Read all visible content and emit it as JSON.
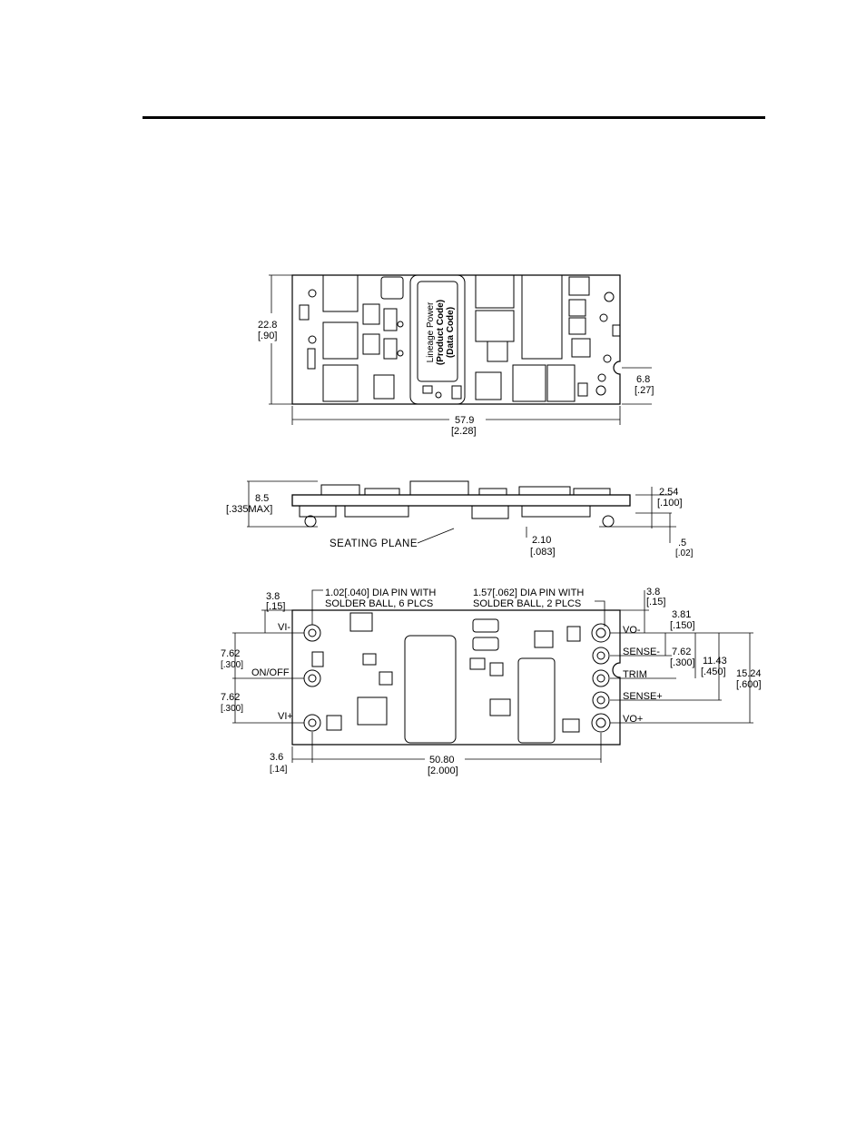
{
  "top_view": {
    "height_mm": "22.8",
    "height_in": "[.90]",
    "width_mm": "57.9",
    "width_in": "[2.28]",
    "notch_mm": "6.8",
    "notch_in": "[.27]",
    "label_line1": "Lineage Power",
    "label_line2": "(Product Code)",
    "label_line3": "(Data Code)"
  },
  "side_view": {
    "height_mm": "8.5",
    "height_in": "[.335MAX]",
    "seating_plane": "SEATING PLANE",
    "standoff_mm": "2.54",
    "standoff_in": "[.100]",
    "ball_mm": "2.10",
    "ball_in": "[.083]",
    "gap_mm": ".5",
    "gap_in": "[.02]"
  },
  "bottom_view": {
    "pin_note_small_1": "1.02[.040] DIA PIN WITH",
    "pin_note_small_2": "SOLDER BALL, 6 PLCS",
    "pin_note_large_1": "1.57[.062] DIA PIN WITH",
    "pin_note_large_2": "SOLDER BALL, 2 PLCS",
    "left_top_mm": "3.8",
    "left_top_in": "[.15]",
    "right_top_mm": "3.8",
    "right_top_in": "[.15]",
    "pitch1_mm": "7.62",
    "pitch1_in": "[.300]",
    "pitch2_mm": "7.62",
    "pitch2_in": "[.300]",
    "right_381_mm": "3.81",
    "right_381_in": "[.150]",
    "right_762_mm": "7.62",
    "right_762_in": "[.300]",
    "right_1143_mm": "11.43",
    "right_1143_in": "[.450]",
    "right_1524_mm": "15.24",
    "right_1524_in": "[.600]",
    "bottom_left_mm": "3.6",
    "bottom_left_in": "[.14]",
    "span_mm": "50.80",
    "span_in": "[2.000]",
    "pins": {
      "vi_minus": "VI-",
      "on_off": "ON/OFF",
      "vi_plus": "VI+",
      "vo_minus": "VO-",
      "sense_minus": "SENSE-",
      "trim": "TRIM",
      "sense_plus": "SENSE+",
      "vo_plus": "VO+"
    }
  }
}
